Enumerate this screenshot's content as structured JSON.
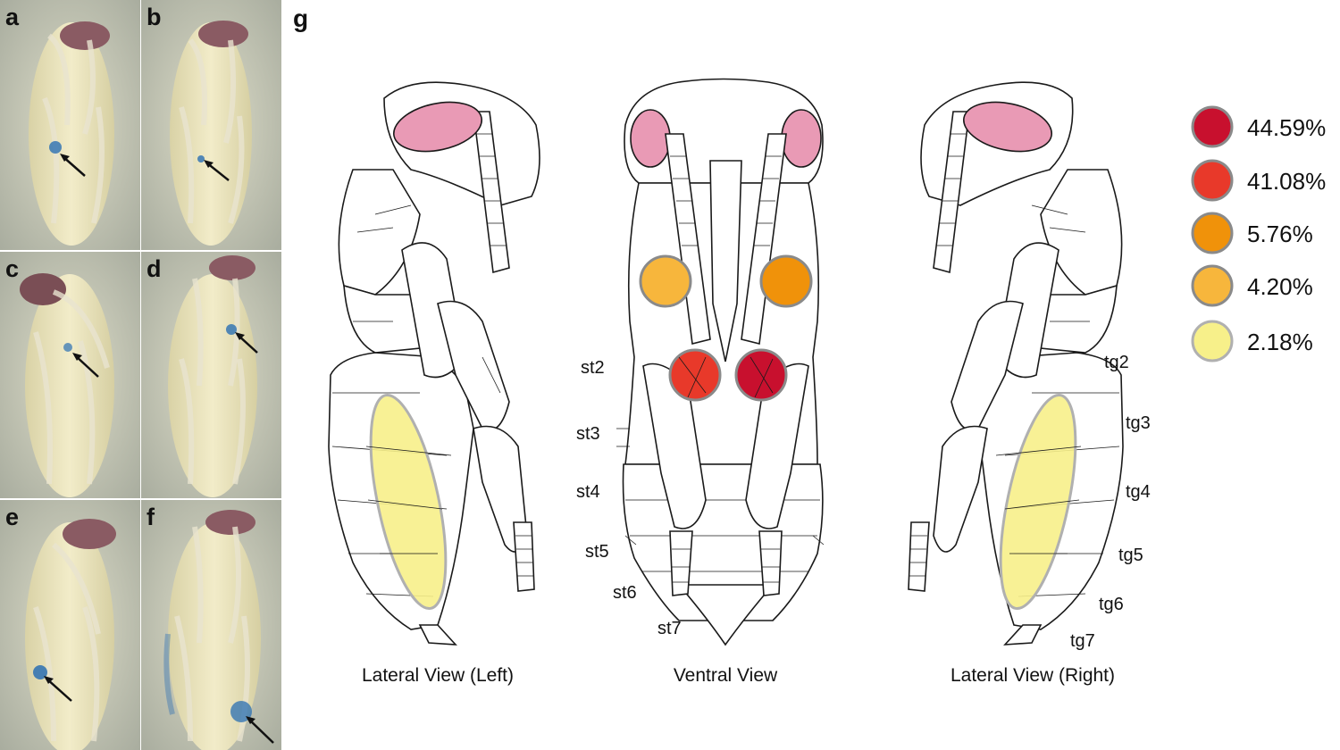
{
  "panels": [
    {
      "letter": "a",
      "marker": "bright-blue",
      "stain": "ventral thorax"
    },
    {
      "letter": "b",
      "marker": "small-blue",
      "stain": "ventral thorax"
    },
    {
      "letter": "c",
      "marker": "light-blue",
      "stain": "lateral thorax"
    },
    {
      "letter": "d",
      "marker": "blue",
      "stain": "ventral thorax"
    },
    {
      "letter": "e",
      "marker": "blue",
      "stain": "lateral abdomen"
    },
    {
      "letter": "f",
      "marker": "blue",
      "stain": "ventral abdomen"
    }
  ],
  "diagram": {
    "letter": "g",
    "views": [
      "Lateral View (Left)",
      "Ventral View",
      "Lateral View (Right)"
    ],
    "sternites": [
      "st2",
      "st3",
      "st4",
      "st5",
      "st6",
      "st7"
    ],
    "tergites": [
      "tg2",
      "tg3",
      "tg4",
      "tg5",
      "tg6",
      "tg7"
    ]
  },
  "legend": [
    {
      "label": "44.59%",
      "color": "#c8102e"
    },
    {
      "label": "41.08%",
      "color": "#e8392a"
    },
    {
      "label": "5.76%",
      "color": "#f0920a"
    },
    {
      "label": "4.20%",
      "color": "#f7b63c"
    },
    {
      "label": "2.18%",
      "color": "#f7f08a"
    }
  ],
  "colors": {
    "eye": "#e99ab5",
    "photo_bg": "#c8cbb8",
    "stain": "#2a6fb3"
  }
}
